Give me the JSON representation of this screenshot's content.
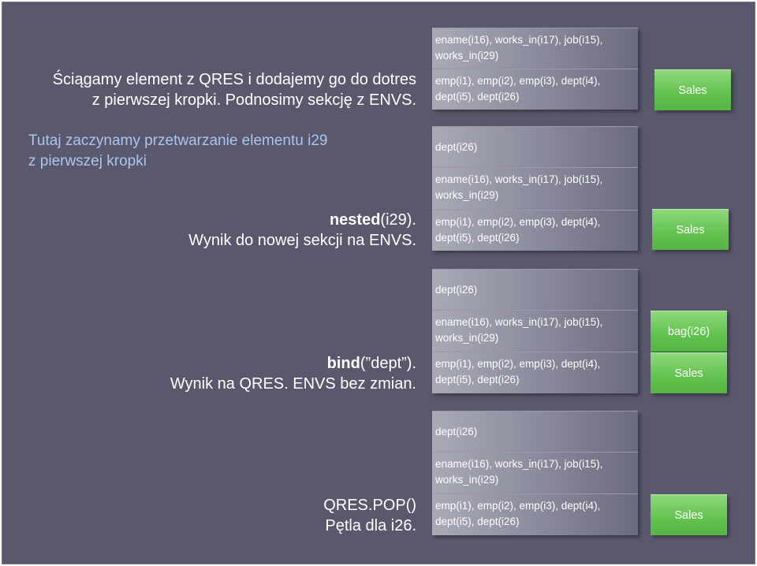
{
  "panel1": {
    "caption_lines": [
      "Ściągamy element z QRES i dodajemy go do dotres",
      "z pierwszej kropki. Podnosimy sekcję z ENVS."
    ],
    "note_lines": [
      "Tutaj zaczynamy przetwarzanie elementu i29",
      "z pierwszej kropki"
    ],
    "cells": [
      "ename(i16), works_in(i17), job(i15), works_in(i29)",
      "emp(i1), emp(i2), emp(i3), dept(i4), dept(i5), dept(i26)"
    ],
    "qres": [
      "Sales"
    ]
  },
  "panel2": {
    "caption_bold": "nested",
    "caption_rest": "(i29).",
    "caption_line2": "Wynik do nowej sekcji na ENVS.",
    "cells": [
      "dept(i26)",
      "ename(i16), works_in(i17), job(i15), works_in(i29)",
      "emp(i1), emp(i2), emp(i3), dept(i4), dept(i5), dept(i26)"
    ],
    "qres": [
      "Sales"
    ]
  },
  "panel3": {
    "caption_bold": "bind",
    "caption_rest": "(”dept”).",
    "caption_line2": "Wynik na QRES. ENVS bez zmian.",
    "cells": [
      "dept(i26)",
      "ename(i16), works_in(i17), job(i15), works_in(i29)",
      "emp(i1), emp(i2), emp(i3), dept(i4), dept(i5), dept(i26)"
    ],
    "qres": [
      "bag(i26)",
      "Sales"
    ]
  },
  "panel4": {
    "caption_lines": [
      "QRES.POP()",
      "Pętla dla i26."
    ],
    "cells": [
      "dept(i26)",
      "ename(i16), works_in(i17), job(i15), works_in(i29)",
      "emp(i1), emp(i2), emp(i3), dept(i4), dept(i5), dept(i26)"
    ],
    "qres": [
      "Sales"
    ]
  }
}
